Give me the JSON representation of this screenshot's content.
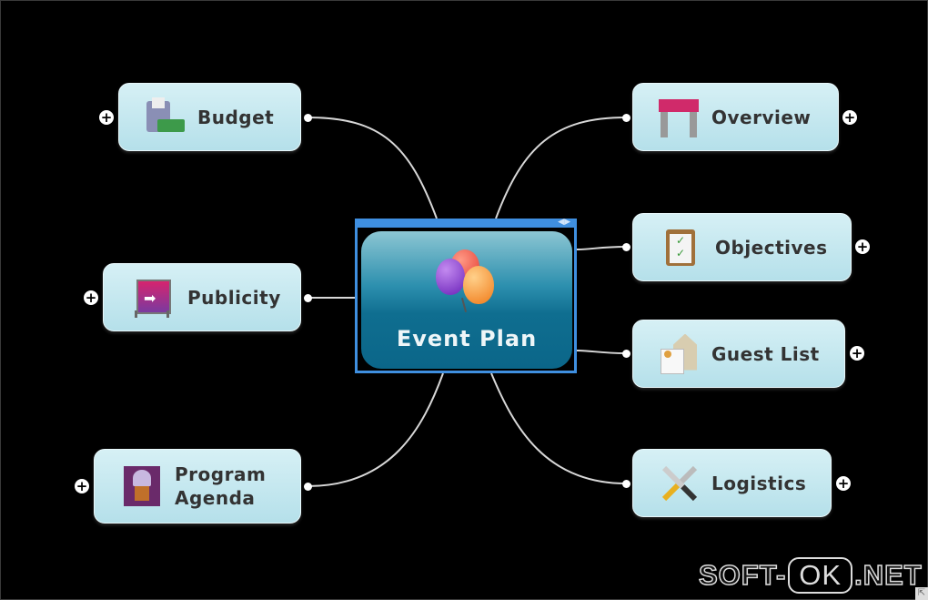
{
  "map": {
    "central": {
      "title": "Event Plan",
      "icon": "balloons-icon"
    },
    "topics": [
      {
        "id": "budget",
        "label": "Budget",
        "icon": "cash-register-icon",
        "side": "left"
      },
      {
        "id": "publicity",
        "label": "Publicity",
        "icon": "signboard-icon",
        "side": "left"
      },
      {
        "id": "program-agenda",
        "label": "Program Agenda",
        "line1": "Program",
        "line2": "Agenda",
        "icon": "podium-icon",
        "side": "left"
      },
      {
        "id": "overview",
        "label": "Overview",
        "icon": "stage-icon",
        "side": "right"
      },
      {
        "id": "objectives",
        "label": "Objectives",
        "icon": "clipboard-checklist-icon",
        "side": "right"
      },
      {
        "id": "guest-list",
        "label": "Guest List",
        "icon": "address-card-icon",
        "side": "right"
      },
      {
        "id": "logistics",
        "label": "Logistics",
        "icon": "tools-icon",
        "side": "right"
      }
    ],
    "expand_symbol": "+"
  },
  "colors": {
    "background": "#000000",
    "node": "#c4e8f0",
    "central": "#1a7a9c",
    "selection": "#3f8fe0"
  },
  "watermark": {
    "text": "SOFT-OK.NET",
    "part1": "SOFT-",
    "part2": "OK",
    "part3": ".NET"
  }
}
